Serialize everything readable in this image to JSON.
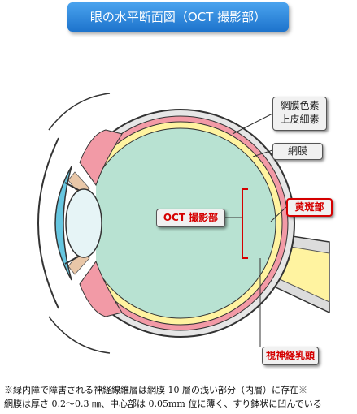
{
  "title": "眼の水平断面図（OCT 撮影部）",
  "labels": {
    "rpe": "網膜色素\n上皮細素",
    "retina": "網膜",
    "oct": "OCT 撮影部",
    "macula": "黄斑部",
    "optic_disc": "視神経乳頭"
  },
  "notes": [
    "※緑内障で障害される神経線維層は網膜 10 層の浅い部分（内層）に存在※",
    "網膜は厚さ 0.2〜0.3 ㎜、中心部は 0.05mm 位に薄く、すり鉢状に凹んでいる"
  ],
  "colors": {
    "title_bg": "#2f86dd",
    "vitreous": "#b8e2d2",
    "retina_layer": "#fff3a0",
    "choroid_pink": "#f29aa6",
    "sclera": "#e6e6e6",
    "cornea": "#66c6e0",
    "lens": "#e6f4f6",
    "optic_nerve": "#fff3a0",
    "highlight_red": "#d50000"
  }
}
